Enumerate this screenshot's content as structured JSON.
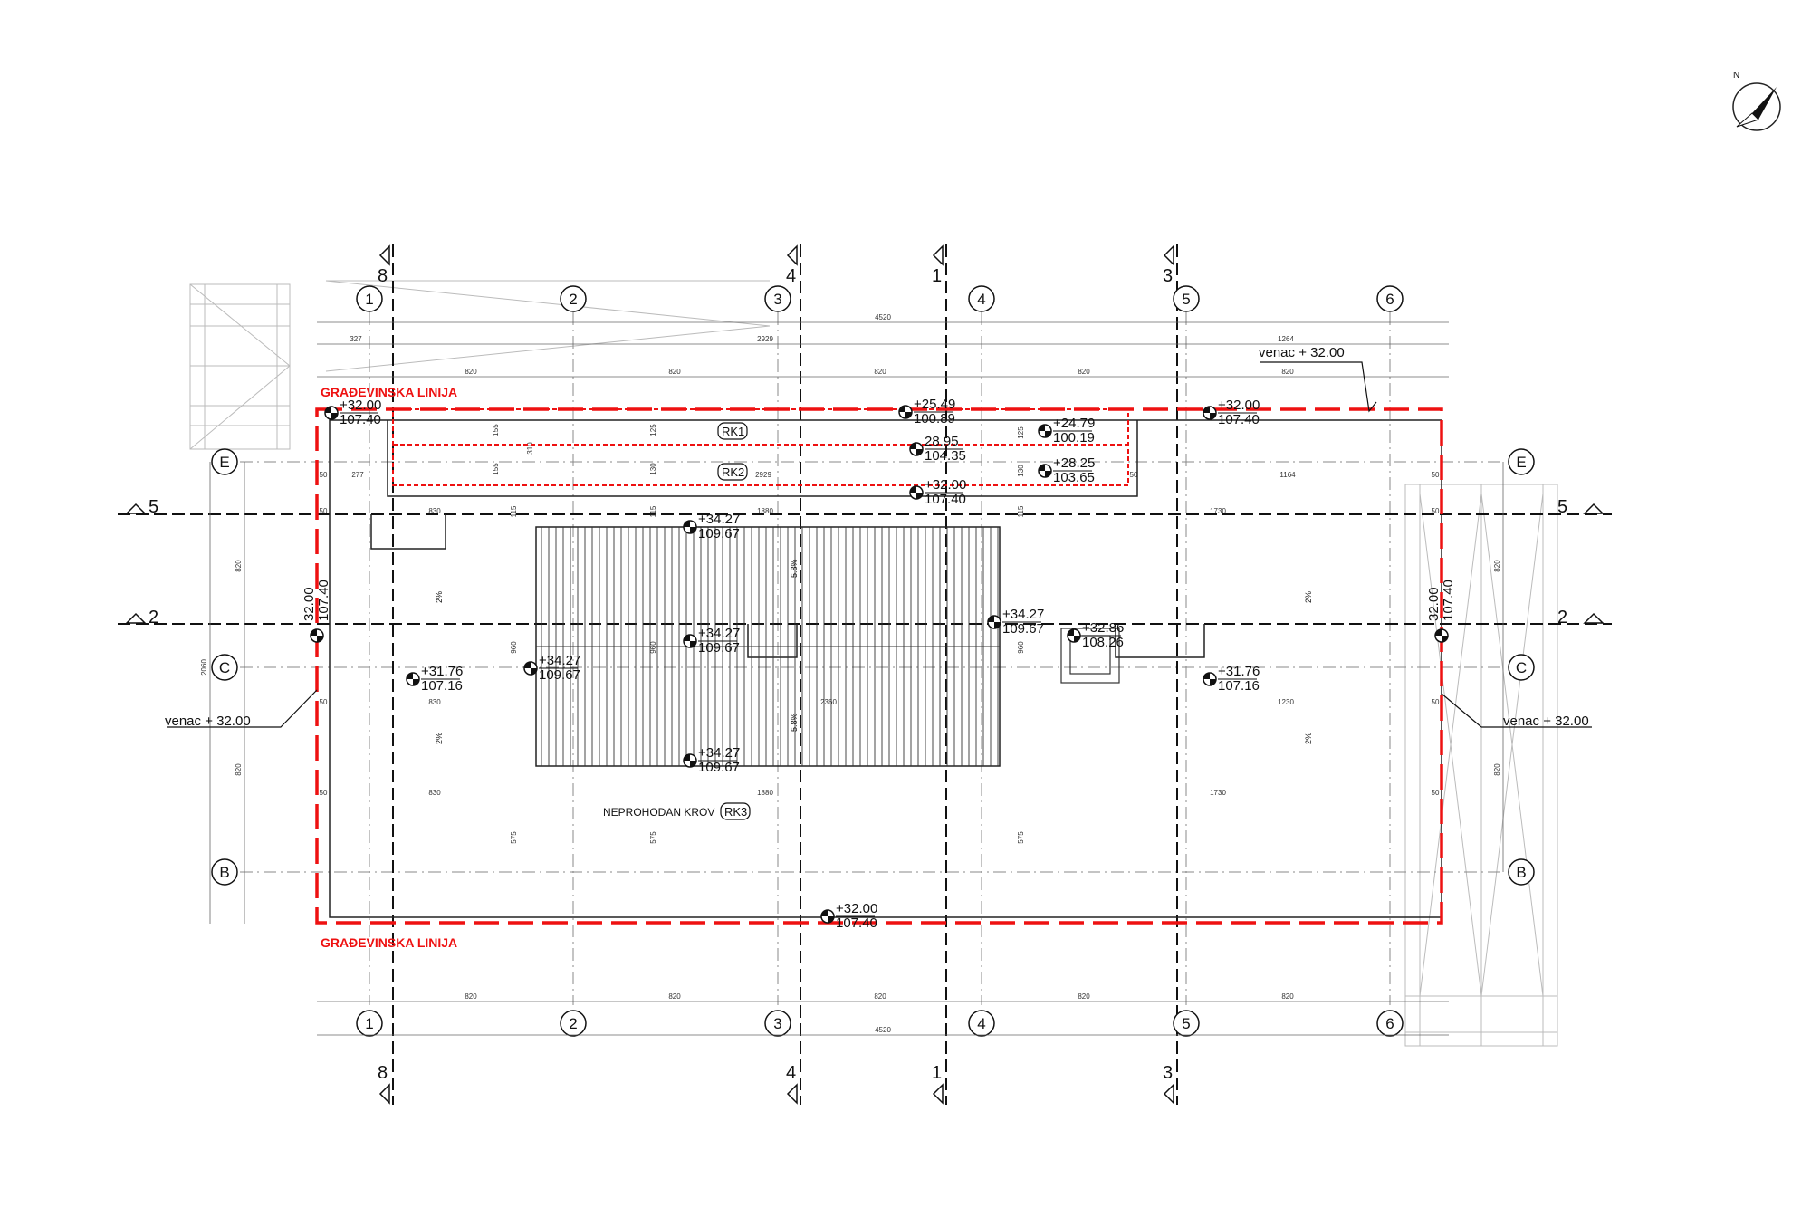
{
  "north_label": "N",
  "axes_numbers": [
    "1",
    "2",
    "3",
    "4",
    "5",
    "6"
  ],
  "axes_letters": [
    "E",
    "C",
    "B"
  ],
  "section_marks_vertical": [
    "8",
    "4",
    "1",
    "3"
  ],
  "section_marks_horizontal": [
    "5",
    "2"
  ],
  "building_line_top": "GRAĐEVINSKA LINIJA",
  "building_line_bottom": "GRAĐEVINSKA LINIJA",
  "venac_label": "venac + 32.00",
  "roof_label": "NEPROHODAN KROV",
  "roof_tags": [
    "RK1",
    "RK2",
    "RK3"
  ],
  "slope_2pct": "2%",
  "slope_58pct": "5.8%",
  "levels": [
    {
      "rel": "+32.00",
      "abs": "107.40"
    },
    {
      "rel": "+25.49",
      "abs": "100.89"
    },
    {
      "rel": "+24.79",
      "abs": "100.19"
    },
    {
      "rel": "28.95",
      "abs": "104.35"
    },
    {
      "rel": "+28.25",
      "abs": "103.65"
    },
    {
      "rel": "+32.00",
      "abs": "107.40"
    },
    {
      "rel": "+32.00",
      "abs": "107.40"
    },
    {
      "rel": "+34.27",
      "abs": "109.67"
    },
    {
      "rel": "+34.27",
      "abs": "109.67"
    },
    {
      "rel": "+34.27",
      "abs": "109.67"
    },
    {
      "rel": "+34.27",
      "abs": "109.67"
    },
    {
      "rel": "+34.27",
      "abs": "109.67"
    },
    {
      "rel": "+32.86",
      "abs": "108.26"
    },
    {
      "rel": "+31.76",
      "abs": "107.16"
    },
    {
      "rel": "+31.76",
      "abs": "107.16"
    },
    {
      "rel": "+32.00",
      "abs": "107.40"
    },
    {
      "rel": "32.00",
      "abs": "107.40"
    },
    {
      "rel": "32.00",
      "abs": "107.40"
    }
  ],
  "dims": {
    "total": "4520",
    "bay": "820",
    "d327": "327",
    "d2929": "2929",
    "d1264": "1264",
    "d1164": "1164",
    "d277": "277",
    "d50": "50",
    "d830": "830",
    "d1880": "1880",
    "d1730": "1730",
    "d2360": "2360",
    "d1230": "1230",
    "d575": "575",
    "d960": "960",
    "d2060": "2060",
    "d155": "155",
    "d125": "125",
    "d130": "130",
    "d115": "115",
    "d310": "310"
  }
}
